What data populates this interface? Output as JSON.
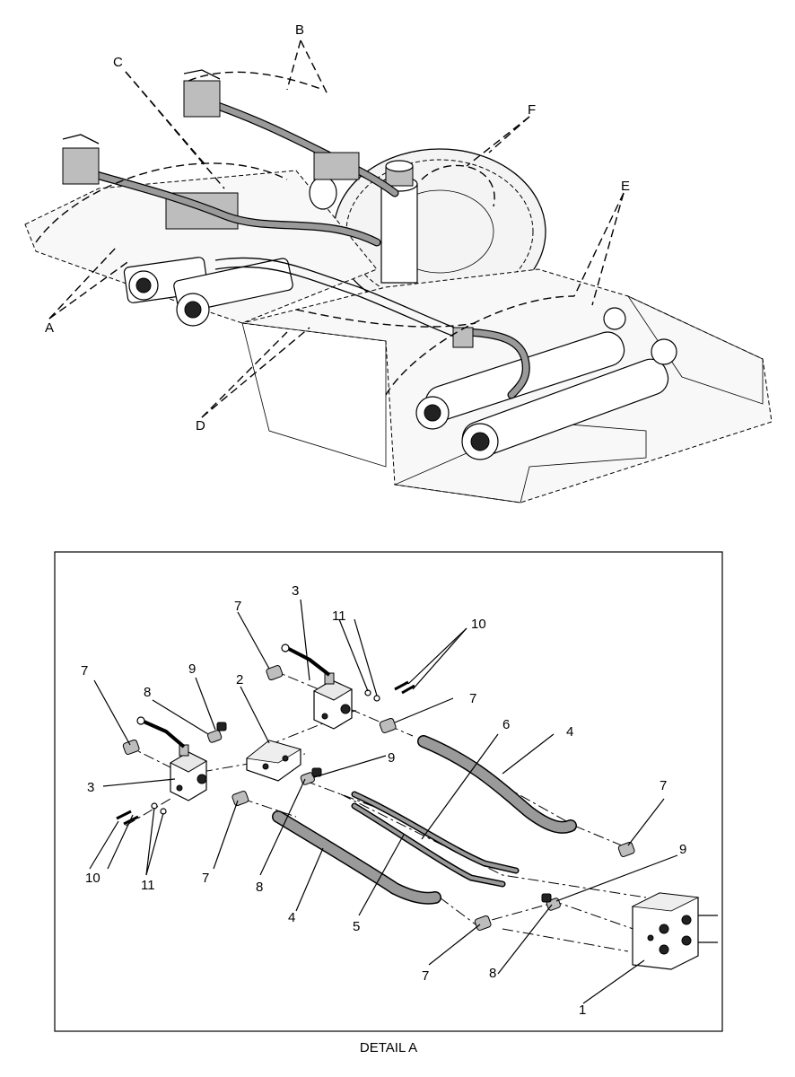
{
  "overview": {
    "view_labels": [
      "A",
      "B",
      "C",
      "D",
      "E",
      "F"
    ]
  },
  "detail": {
    "caption": "DETAIL A",
    "callouts": [
      "1",
      "2",
      "3",
      "3",
      "4",
      "4",
      "5",
      "6",
      "7",
      "7",
      "7",
      "7",
      "7",
      "7",
      "8",
      "8",
      "8",
      "9",
      "9",
      "9",
      "10",
      "10",
      "11",
      "11"
    ]
  }
}
